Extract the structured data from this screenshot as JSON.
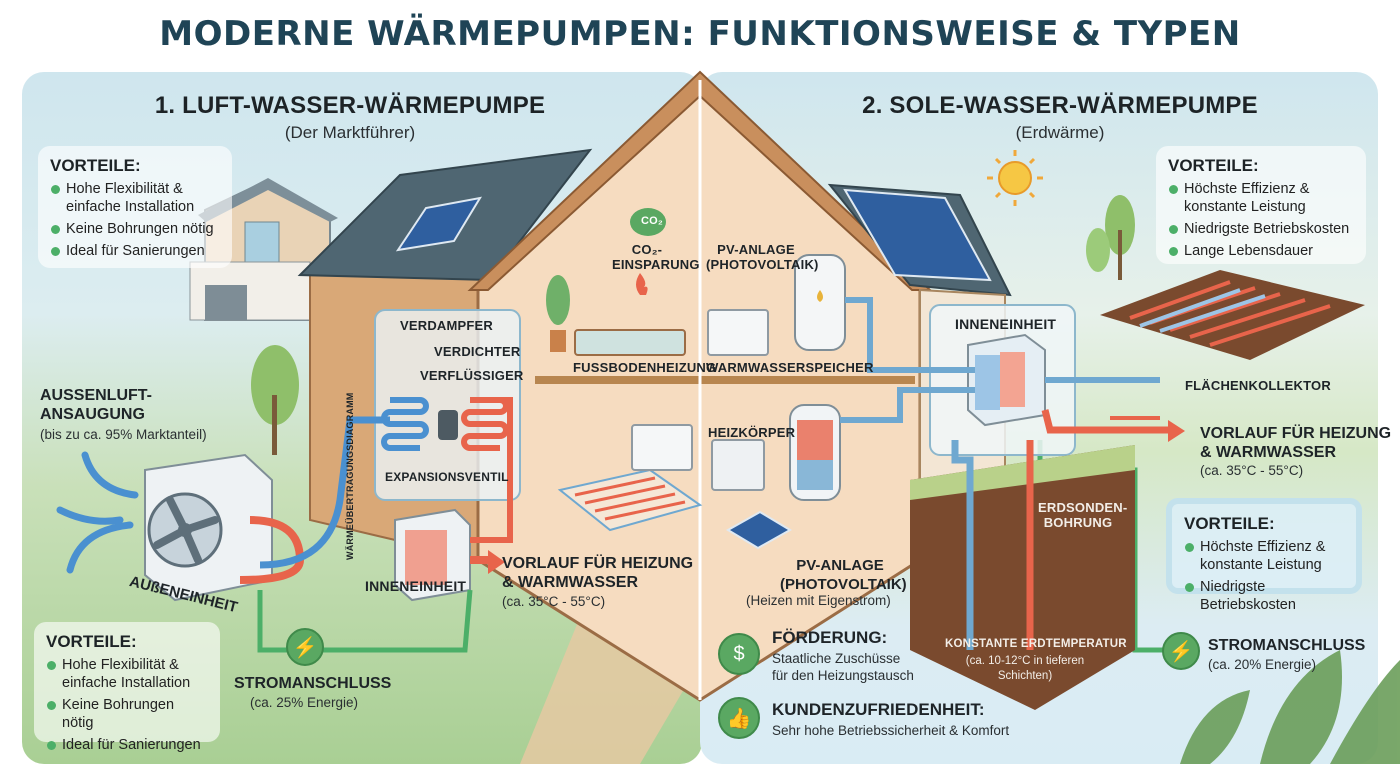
{
  "title": "MODERNE WÄRMEPUMPEN: FUNKTIONSWEISE & TYPEN",
  "colors": {
    "title": "#1f4456",
    "hot_pipe": "#e8644b",
    "cold_pipe": "#4a90d0",
    "power_line": "#4caf68",
    "bullet": "#4caf68",
    "soil": "#7a4a2e"
  },
  "left": {
    "title": "1. LUFT-WASSER-WÄRMEPUMPE",
    "subtitle": "(Der Marktführer)",
    "advantages_top": {
      "heading": "VORTEILE:",
      "items": [
        "Hohe Flexibilität & einfache Installation",
        "Keine Bohrungen nötig",
        "Ideal für Sanierungen"
      ]
    },
    "advantages_bottom": {
      "heading": "VORTEILE:",
      "items": [
        "Hohe Flexibilität & einfache Installation",
        "Keine Bohrungen nötig",
        "Ideal für Sanierungen"
      ]
    },
    "air_intake": {
      "title_line1": "AUSSENLUFT-",
      "title_line2": "ANSAUGUNG",
      "note": "(bis zu ca. 95% Marktanteil)"
    },
    "outdoor_unit": "AUßENEINHEIT",
    "indoor_unit": "INNENEINHEIT",
    "heat_transfer_diagram": "WÄRMEÜBERTRAGUNGSDIAGRAMM",
    "cycle": {
      "evaporator": "VERDAMPFER",
      "compressor": "VERDICHTER",
      "condenser": "VERFLÜSSIGER",
      "expansion_valve": "EXPANSIONSVENTIL"
    },
    "flow": {
      "line1": "VORLAUF FÜR HEIZUNG",
      "line2": "& WARMWASSER",
      "temp": "(ca. 35°C - 55°C)"
    },
    "power": {
      "title": "STROMANSCHLUSS",
      "note": "(ca. 25% Energie)"
    },
    "co2": {
      "badge": "CO₂",
      "line1": "CO₂-",
      "line2": "EINSPARUNG"
    },
    "floor_heating": "FUSSBODENHEIZUNG"
  },
  "right": {
    "title": "2. SOLE-WASSER-WÄRMEPUMPE",
    "subtitle": "(Erdwärme)",
    "advantages_top": {
      "heading": "VORTEILE:",
      "items": [
        "Höchste Effizienz & konstante Leistung",
        "Niedrigste Betriebskosten",
        "Lange Lebensdauer"
      ]
    },
    "advantages_mid": {
      "heading": "VORTEILE:",
      "items": [
        "Höchste Effizienz & konstante Leistung",
        "Niedrigste Betriebskosten"
      ]
    },
    "pv_top": {
      "line1": "PV-ANLAGE",
      "line2": "(PHOTOVOLTAIK)"
    },
    "pv_bottom": {
      "line1": "PV-ANLAGE",
      "line2": "(PHOTOVOLTAIK)",
      "note": "(Heizen mit Eigenstrom)"
    },
    "hot_water_tank": "WARMWASSERSPEICHER",
    "radiator": "HEIZKÖRPER",
    "indoor_unit": "INNENEINHEIT",
    "collector": "FLÄCHENKOLLEKTOR",
    "borehole": {
      "line1": "ERDSONDEN-",
      "line2": "BOHRUNG"
    },
    "ground_temp": {
      "title": "KONSTANTE ERDTEMPERATUR",
      "note_line1": "(ca. 10-12°C in tieferen",
      "note_line2": "Schichten)"
    },
    "flow": {
      "line1": "VORLAUF FÜR HEIZUNG",
      "line2": "& WARMWASSER",
      "temp": "(ca. 35°C - 55°C)"
    },
    "power": {
      "title": "STROMANSCHLUSS",
      "note": "(ca. 20% Energie)"
    },
    "funding": {
      "title": "FÖRDERUNG:",
      "line1": "Staatliche Zuschüsse",
      "line2": "für den Heizungstausch"
    },
    "satisfaction": {
      "title": "KUNDENZUFRIEDENHEIT:",
      "line1": "Sehr hohe Betriebssicherheit & Komfort"
    }
  }
}
